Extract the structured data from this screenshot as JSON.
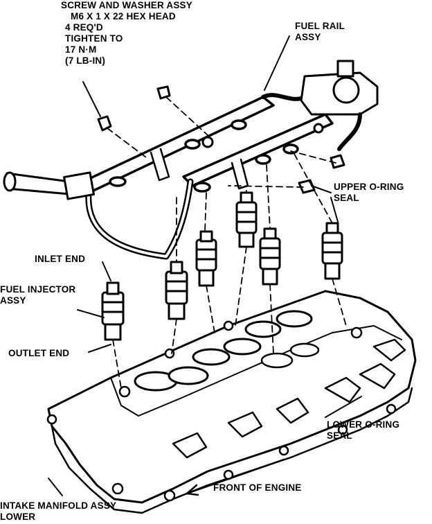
{
  "labels": {
    "screw": [
      "SCREW AND WASHER ASSY",
      "M6 x 1 x 22 HEX HEAD",
      "4 REQ'D",
      "TIGHTEN TO",
      "17 N·m",
      "(7 LB-IN)"
    ],
    "fuel_rail": [
      "FUEL RAIL",
      "ASSY"
    ],
    "upper_oring": [
      "UPPER O-RING",
      "SEAL"
    ],
    "inlet_end": "INLET END",
    "fuel_injector": [
      "FUEL INJECTOR",
      "ASSY"
    ],
    "outlet_end": "OUTLET END",
    "lower_oring": [
      "LOWER O-RING",
      "SEAL"
    ],
    "front_of_engine": "FRONT OF ENGINE",
    "intake_manifold": [
      "INTAKE MANIFOLD ASSY",
      "LOWER"
    ]
  },
  "colors": {
    "ink": "#000000",
    "paper": "#ffffff"
  }
}
